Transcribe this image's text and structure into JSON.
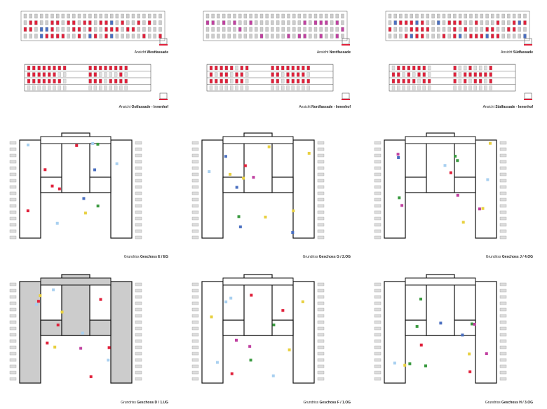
{
  "sheet": {
    "panels": [
      {
        "id": "west",
        "type": "elevation",
        "prefix": "Ansicht",
        "name": "Westfassade",
        "suffix": ""
      },
      {
        "id": "nord",
        "type": "elevation",
        "prefix": "Ansicht",
        "name": "Nordfassade",
        "suffix": ""
      },
      {
        "id": "sued",
        "type": "elevation",
        "prefix": "Ansicht",
        "name": "Südfassade",
        "suffix": ""
      },
      {
        "id": "ost-innen",
        "type": "section",
        "prefix": "Ansicht",
        "name": "Ostfassade",
        "suffix": "- Innenhof"
      },
      {
        "id": "nord-innen",
        "type": "section",
        "prefix": "Ansicht",
        "name": "Nordfassade",
        "suffix": "- Innenhof"
      },
      {
        "id": "sued-innen",
        "type": "section",
        "prefix": "Ansicht",
        "name": "Südfassade",
        "suffix": "- Innenhof"
      },
      {
        "id": "eg",
        "type": "plan",
        "prefix": "Grundriss",
        "name": "Geschoss E / EG",
        "suffix": ""
      },
      {
        "id": "2og",
        "type": "plan",
        "prefix": "Grundriss",
        "name": "Geschoss G / 2.OG",
        "suffix": ""
      },
      {
        "id": "4og",
        "type": "plan",
        "prefix": "Grundriss",
        "name": "Geschoss J / 4.OG",
        "suffix": ""
      },
      {
        "id": "1ug",
        "type": "plan",
        "prefix": "Grundriss",
        "name": "Geschoss D / 1.UG",
        "suffix": ""
      },
      {
        "id": "1og",
        "type": "plan",
        "prefix": "Grundriss",
        "name": "Geschoss F / 1.OG",
        "suffix": ""
      },
      {
        "id": "3og",
        "type": "plan",
        "prefix": "Grundriss",
        "name": "Geschoss H / 3.OG",
        "suffix": ""
      }
    ]
  },
  "colors": {
    "red": "#e0203a",
    "blue": "#4a6fc0",
    "magenta": "#c040a0",
    "green": "#3a9a40",
    "yellow": "#e8d040",
    "lightblue": "#a8d0f0",
    "orange": "#e89a40",
    "line": "#333333"
  }
}
